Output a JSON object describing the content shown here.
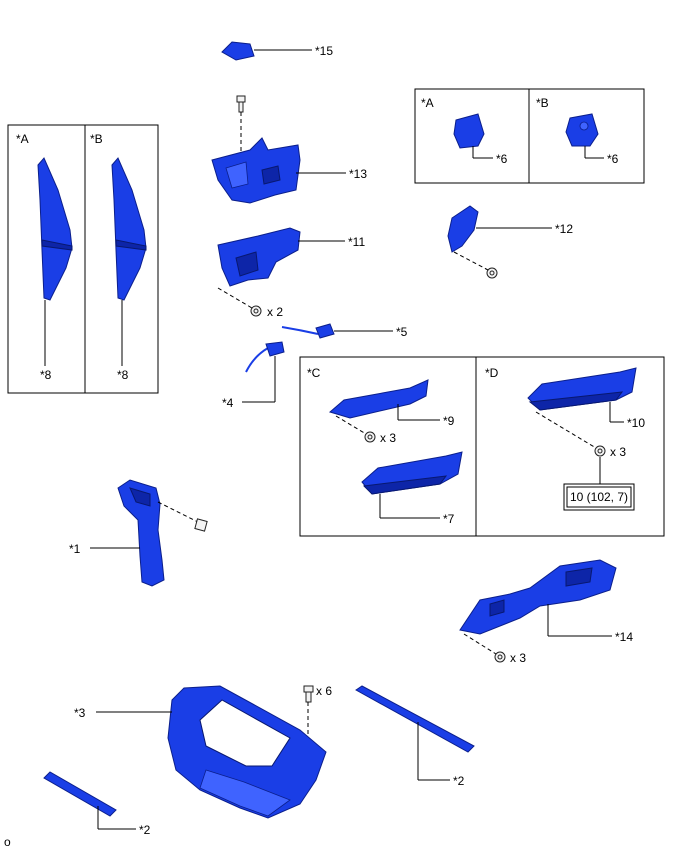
{
  "labels": {
    "p15": "*15",
    "p13": "*13",
    "p11": "*11",
    "p12": "*12",
    "p5": "*5",
    "p4": "*4",
    "p6a": "*6",
    "p6b": "*6",
    "p8a": "*8",
    "p8b": "*8",
    "p9": "*9",
    "p10": "*10",
    "p7": "*7",
    "p1": "*1",
    "p14": "*14",
    "p3": "*3",
    "p2a": "*2",
    "p2b": "*2"
  },
  "variants": {
    "a_left": "*A",
    "b_left": "*B",
    "a_right": "*A",
    "b_right": "*B",
    "c": "*C",
    "d": "*D"
  },
  "quantities": {
    "q11": "x 2",
    "q9": "x 3",
    "q10": "x 3",
    "q14": "x 3",
    "q3": "x 6"
  },
  "torque": "10 (102, 7)",
  "footer_code": "o",
  "colors": {
    "part_blue": "#1a3ee6",
    "outline": "#000000"
  }
}
